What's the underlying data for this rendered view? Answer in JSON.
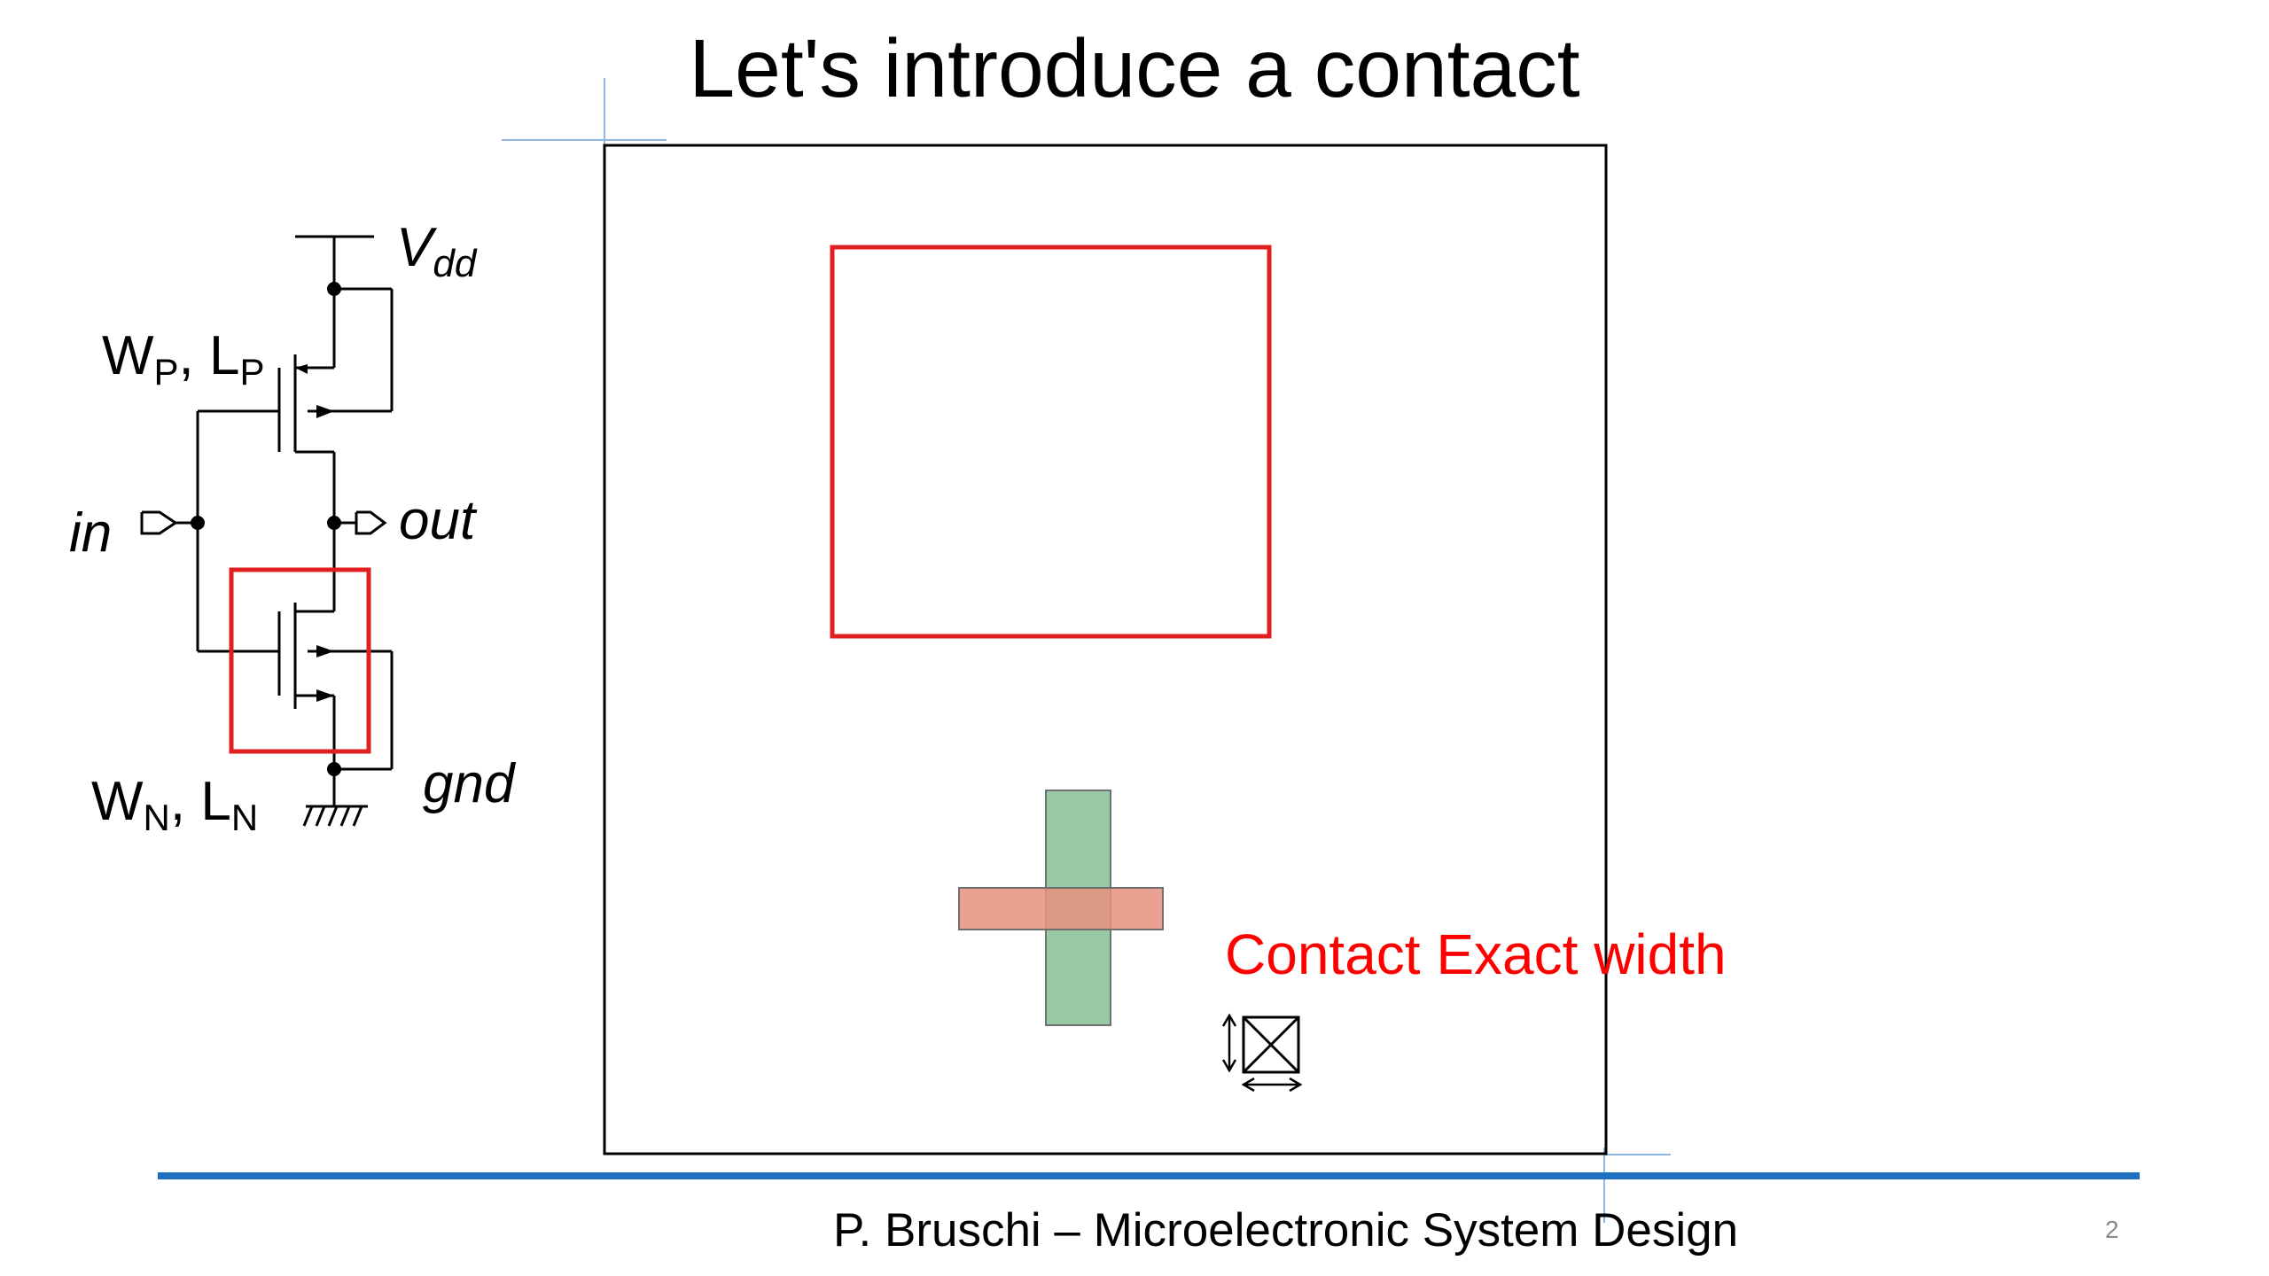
{
  "slide": {
    "title": "Let's introduce a contact",
    "footer": "P. Bruschi – Microelectronic System Design",
    "page_number": "2"
  },
  "schematic": {
    "supply_label": "V",
    "supply_subscript": "dd",
    "pmos_label_w": "W",
    "pmos_label_w_sub": "P",
    "pmos_label_sep": ", L",
    "pmos_label_l_sub": "P",
    "input_label": "in",
    "output_label": "out",
    "nmos_label_w": "W",
    "nmos_label_w_sub": "N",
    "nmos_label_sep": ", L",
    "nmos_label_l_sub": "N",
    "ground_label": "gnd"
  },
  "layout": {
    "contact_label": "Contact Exact width"
  },
  "colors": {
    "highlight": "#e02020",
    "poly": "#8cc49a",
    "diffusion": "#e8907e",
    "footer_rule": "#1f6fc1",
    "guide": "#8fb8e0"
  }
}
